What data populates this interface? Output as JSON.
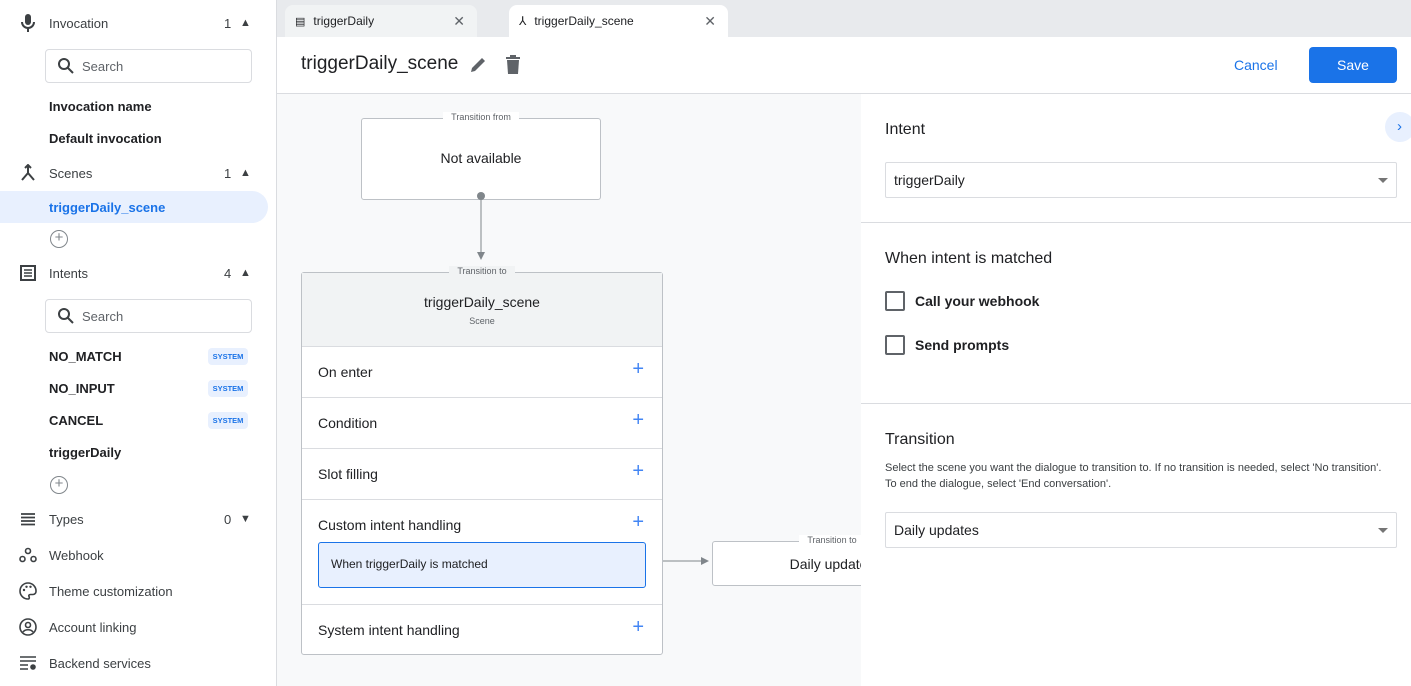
{
  "sidebar": {
    "invocation": {
      "label": "Invocation",
      "count": "1",
      "search_placeholder": "Search",
      "items": [
        "Invocation name",
        "Default invocation"
      ]
    },
    "scenes": {
      "label": "Scenes",
      "count": "1",
      "items": [
        "triggerDaily_scene"
      ]
    },
    "intents": {
      "label": "Intents",
      "count": "4",
      "search_placeholder": "Search",
      "items": [
        {
          "label": "NO_MATCH",
          "badge": "SYSTEM"
        },
        {
          "label": "NO_INPUT",
          "badge": "SYSTEM"
        },
        {
          "label": "CANCEL",
          "badge": "SYSTEM"
        },
        {
          "label": "triggerDaily"
        }
      ]
    },
    "types": {
      "label": "Types",
      "count": "0"
    },
    "nav": [
      "Webhook",
      "Theme customization",
      "Account linking",
      "Backend services"
    ]
  },
  "tabs": [
    {
      "label": "triggerDaily",
      "icon": "intent-list-icon"
    },
    {
      "label": "triggerDaily_scene",
      "icon": "scene-icon",
      "active": true
    }
  ],
  "header": {
    "title": "triggerDaily_scene",
    "cancel": "Cancel",
    "save": "Save"
  },
  "canvas": {
    "from_node": {
      "tag": "Transition from",
      "text": "Not available"
    },
    "scene_node": {
      "tag": "Transition to",
      "title": "triggerDaily_scene",
      "subtitle": "Scene",
      "rows": [
        "On enter",
        "Condition",
        "Slot filling",
        "Custom intent handling",
        "System intent handling"
      ],
      "handler": "When triggerDaily is matched"
    },
    "to_node": {
      "tag": "Transition to",
      "text": "Daily updates"
    }
  },
  "panel": {
    "intent_title": "Intent",
    "intent_value": "triggerDaily",
    "matched_title": "When intent is matched",
    "checkboxes": [
      {
        "label": "Call your webhook",
        "checked": false
      },
      {
        "label": "Send prompts",
        "checked": false
      }
    ],
    "transition_title": "Transition",
    "transition_desc": "Select the scene you want the dialogue to transition to. If no transition is needed, select 'No transition'. To end the dialogue, select 'End conversation'.",
    "transition_value": "Daily updates"
  },
  "colors": {
    "accent": "#1a73e8",
    "selected_bg": "#e8f0fe"
  }
}
